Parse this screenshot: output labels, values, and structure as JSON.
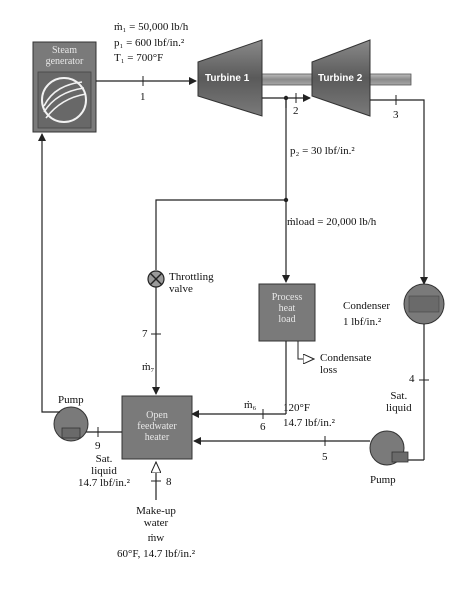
{
  "components": {
    "steam_generator": "Steam\ngenerator",
    "turbine_1": "Turbine 1",
    "turbine_2": "Turbine 2",
    "throttling_valve": "Throttling\nvalve",
    "process_heat_load": "Process\nheat\nload",
    "condenser": "Condenser",
    "open_feedwater_heater": "Open\nfeedwater\nheater",
    "pump_left": "Pump",
    "pump_right": "Pump"
  },
  "states": {
    "s1": "1",
    "s2": "2",
    "s3": "3",
    "s4": "4",
    "s5": "5",
    "s6": "6",
    "s7": "7",
    "s8": "8",
    "s9": "9"
  },
  "annotations": {
    "m1": "ṁ₁ = 50,000 lb/h",
    "p1": "p₁ = 600 lbf/in.²",
    "t1": "T₁ = 700°F",
    "p2": "p₂ = 30 lbf/in.²",
    "m_load": "ṁload = 20,000 lb/h",
    "condenser_pressure": "1 lbf/in.²",
    "condensate_loss": "Condensate\nloss",
    "state4_condition": "Sat.\nliquid",
    "m6": "ṁ₆",
    "state6_temp": "120°F",
    "state6_pressure": "14.7 lbf/in.²",
    "m7": "ṁ₇",
    "state9_condition": "Sat.\nliquid\n14.7 lbf/in.²",
    "makeup": "Make-up\nwater",
    "mw": "ṁw",
    "makeup_state": "60°F, 14.7 lbf/in.²"
  },
  "colors": {
    "equipment": "#6e6e6e",
    "equipment_dark": "#4a4a4a",
    "line": "#222222"
  }
}
